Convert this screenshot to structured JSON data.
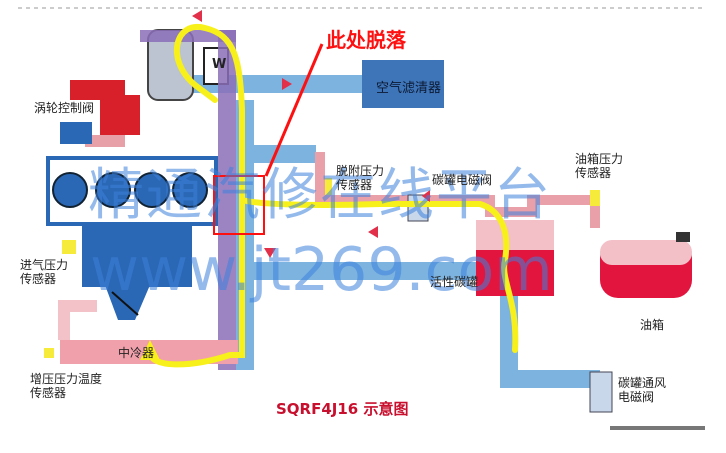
{
  "labels": {
    "turbo_control_valve": "涡轮控制阀",
    "air_filter": "空气滤清器",
    "desorption_pressure_sensor": "脱附压力传感器",
    "canister_solenoid_valve": "碳罐电磁阀",
    "fuel_tank_pressure_sensor": "油箱压力传感器",
    "intake_pressure_sensor": "进气压力传感器",
    "activated_carbon_canister": "活性碳罐",
    "fuel_tank": "油箱",
    "intercooler": "中冷器",
    "boost_pressure_temp_sensor": "增压压力温度传感器",
    "canister_vent_solenoid_valve": "碳罐通风电磁阀",
    "wastegate_label": "W"
  },
  "annotation": "此处脱落",
  "title": "SQRF4J16 示意图",
  "watermark": {
    "line1": "精通汽修在线平台",
    "line2": "www.jt269.com"
  },
  "colors": {
    "pipe_blue": "#7db3df",
    "engine_blue": "#2a67b4",
    "purge_pink": "#e9a0a8",
    "canister_red": "#e2153f",
    "highlight_yellow": "#f7f01a",
    "annotation_red": "#ff1010",
    "sensor_yellow": "#f6ea3a"
  }
}
